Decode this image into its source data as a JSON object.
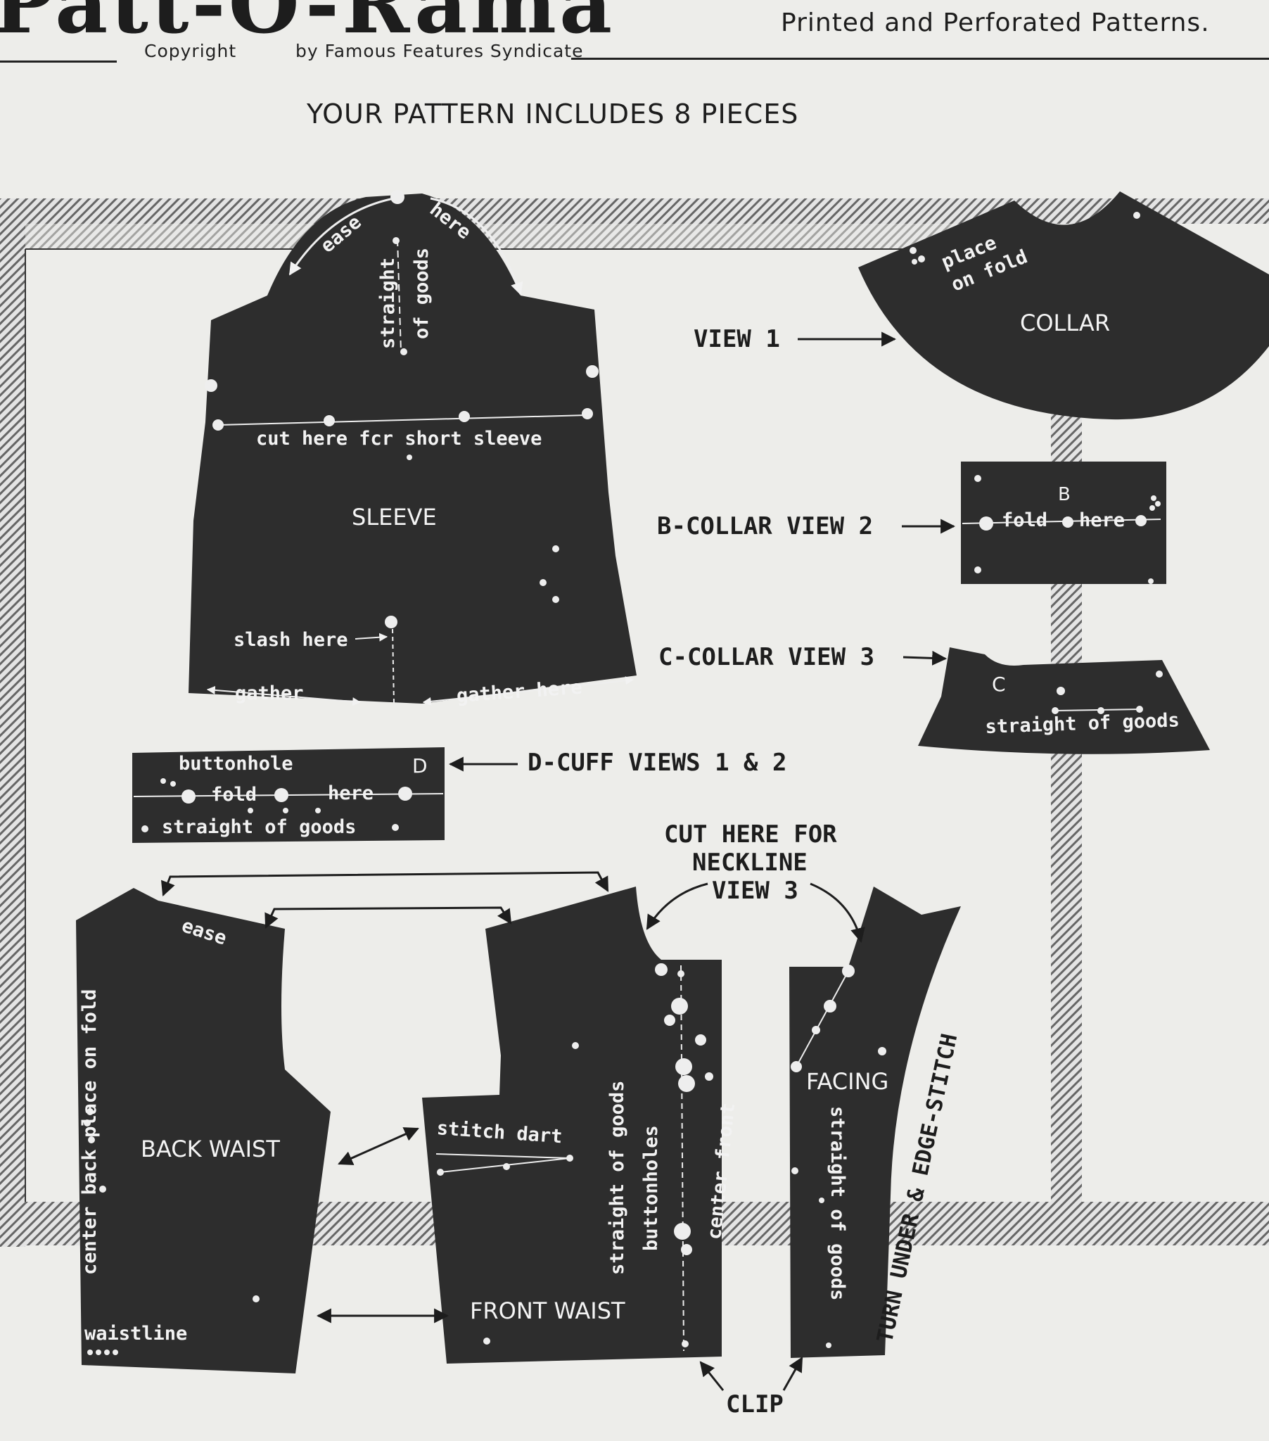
{
  "header": {
    "logo": "Patt-O-Rama",
    "tagline": "Printed  and  Perforated  Patterns.",
    "copyright": "Copyright",
    "syndicate": "by Famous Features Syndicate"
  },
  "page_title": "YOUR PATTERN INCLUDES 8 PIECES",
  "callouts": {
    "view1": "VIEW 1",
    "b_collar": "B-COLLAR VIEW 2",
    "c_collar": "C-COLLAR VIEW 3",
    "d_cuff": "D-CUFF  VIEWS 1 & 2",
    "neckline_1": "CUT HERE FOR",
    "neckline_2": "NECKLINE",
    "neckline_3": "VIEW 3",
    "clip": "CLIP",
    "turn_under": "TURN UNDER & EDGE-STITCH"
  },
  "pieces": {
    "sleeve": {
      "name": "SLEEVE",
      "ease": "ease",
      "here": "here",
      "straight": "straight",
      "of_goods": "of goods",
      "cut_short": "cut here fcr short sleeve",
      "slash": "slash here",
      "gather": "gather",
      "gather_here": "gather here"
    },
    "collar": {
      "name": "COLLAR",
      "place": "place",
      "on_fold": "on fold"
    },
    "b_collar": {
      "letter": "B",
      "fold": "fold",
      "here": "here"
    },
    "c_collar": {
      "letter": "C",
      "straight": "straight of goods"
    },
    "d_cuff": {
      "letter": "D",
      "buttonhole": "buttonhole",
      "fold": "fold",
      "here": "here",
      "straight": "straight of goods"
    },
    "back_waist": {
      "name": "BACK WAIST",
      "ease": "ease",
      "center_back": "center back place on fold",
      "waistline": "waistline"
    },
    "front_waist": {
      "name": "FRONT WAIST",
      "stitch_dart": "stitch dart",
      "straight": "straight of goods",
      "buttonholes": "buttonholes",
      "center_front": "center front"
    },
    "facing": {
      "name": "FACING",
      "straight": "straight of goods"
    }
  }
}
